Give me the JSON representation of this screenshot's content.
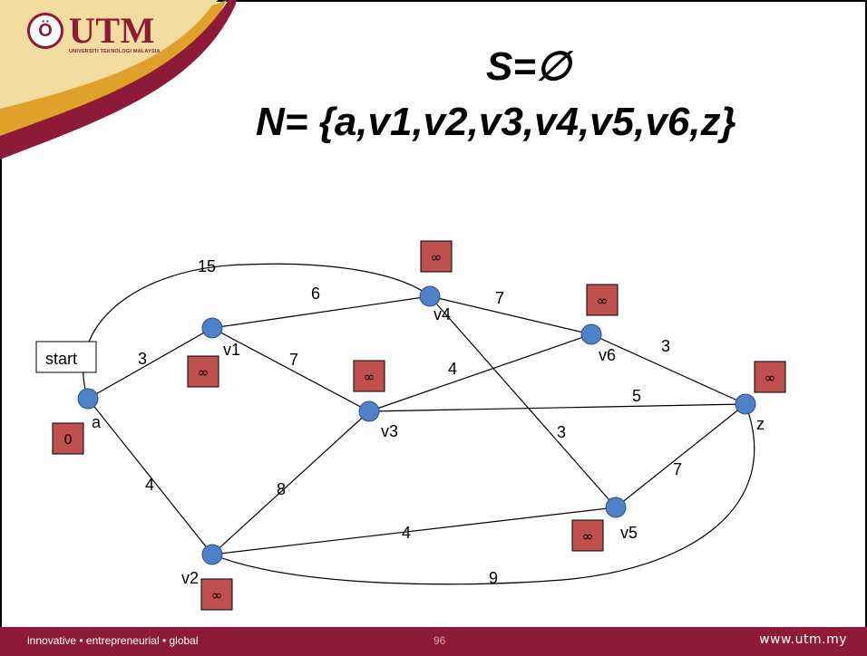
{
  "brand": {
    "name": "UTM",
    "subtitle": "UNIVERSITI TEKNOLOGI MALAYSIA",
    "primary_color": "#8d1a36",
    "accent_color": "#e0a12a"
  },
  "slide": {
    "line1": "S=∅",
    "line2": "N= {a,v1,v2,v3,v4,v5,v6,z}"
  },
  "graph": {
    "node_color": "#4f81c7",
    "dist_box_color": "#c0504d",
    "start_label": "start",
    "nodes": [
      {
        "id": "a",
        "label": "a",
        "dist": "0"
      },
      {
        "id": "v1",
        "label": "v1",
        "dist": "∞"
      },
      {
        "id": "v2",
        "label": "v2",
        "dist": "∞"
      },
      {
        "id": "v3",
        "label": "v3",
        "dist": "∞"
      },
      {
        "id": "v4",
        "label": "v4",
        "dist": "∞"
      },
      {
        "id": "v5",
        "label": "v5",
        "dist": "∞"
      },
      {
        "id": "v6",
        "label": "v6",
        "dist": "∞"
      },
      {
        "id": "z",
        "label": "z",
        "dist": "∞"
      }
    ],
    "edges": [
      {
        "from": "a",
        "to": "v4",
        "weight": "15"
      },
      {
        "from": "a",
        "to": "v1",
        "weight": "3"
      },
      {
        "from": "a",
        "to": "v2",
        "weight": "4"
      },
      {
        "from": "v1",
        "to": "v4",
        "weight": "6"
      },
      {
        "from": "v1",
        "to": "v3",
        "weight": "7"
      },
      {
        "from": "v4",
        "to": "v6",
        "weight": "7"
      },
      {
        "from": "v4",
        "to": "v5",
        "weight": "3"
      },
      {
        "from": "v3",
        "to": "v6",
        "weight": "4"
      },
      {
        "from": "v3",
        "to": "z",
        "weight": "5"
      },
      {
        "from": "v6",
        "to": "z",
        "weight": "3"
      },
      {
        "from": "v2",
        "to": "v3",
        "weight": "8"
      },
      {
        "from": "v2",
        "to": "v5",
        "weight": "4"
      },
      {
        "from": "v5",
        "to": "z",
        "weight": "7"
      },
      {
        "from": "v2",
        "to": "z",
        "weight": "9"
      }
    ]
  },
  "footer": {
    "tagline": "innovative • entrepreneurial • global",
    "page_number": "96",
    "website": "www.utm.my"
  }
}
